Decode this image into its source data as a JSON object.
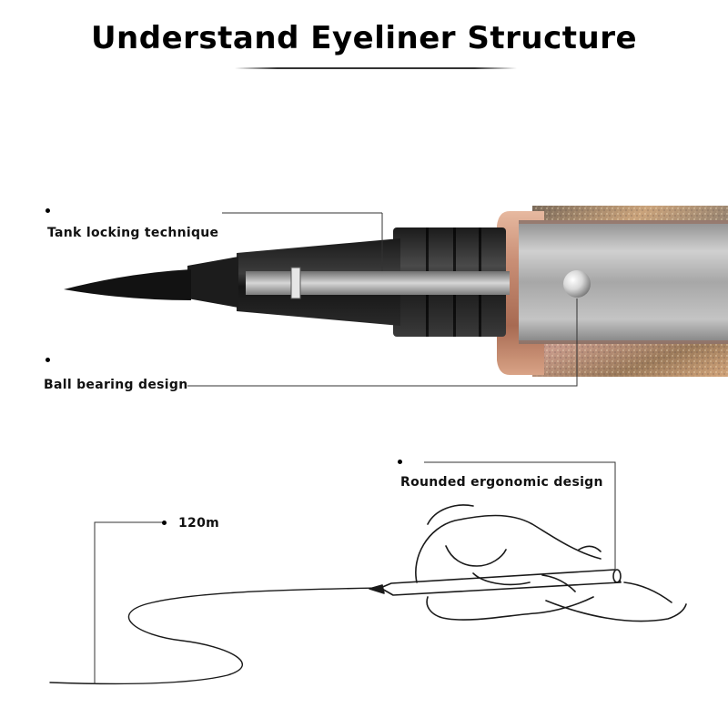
{
  "title": "Understand Eyeliner Structure",
  "callouts": {
    "tank_locking": "Tank locking technique",
    "ball_bearing": "Ball bearing design",
    "rounded_ergonomic": "Rounded ergonomic design",
    "length": "120m"
  },
  "colors": {
    "text": "#111111",
    "rose_gold": "#c98f76",
    "body_grey": "#a9a9a9",
    "nib_black": "#1a1a1a"
  }
}
